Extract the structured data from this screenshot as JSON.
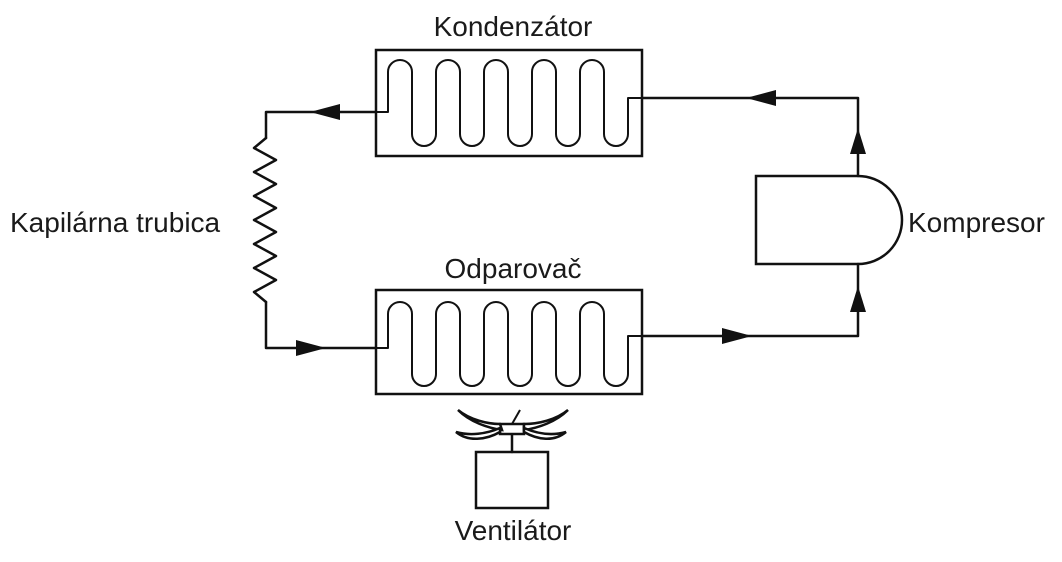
{
  "labels": {
    "condenser": "Kondenzátor",
    "evaporator": "Odparovač",
    "capillary": "Kapilárna trubica",
    "compressor": "Kompresor",
    "fan": "Ventilátor"
  },
  "colors": {
    "stroke": "#111111",
    "background": "#ffffff"
  }
}
